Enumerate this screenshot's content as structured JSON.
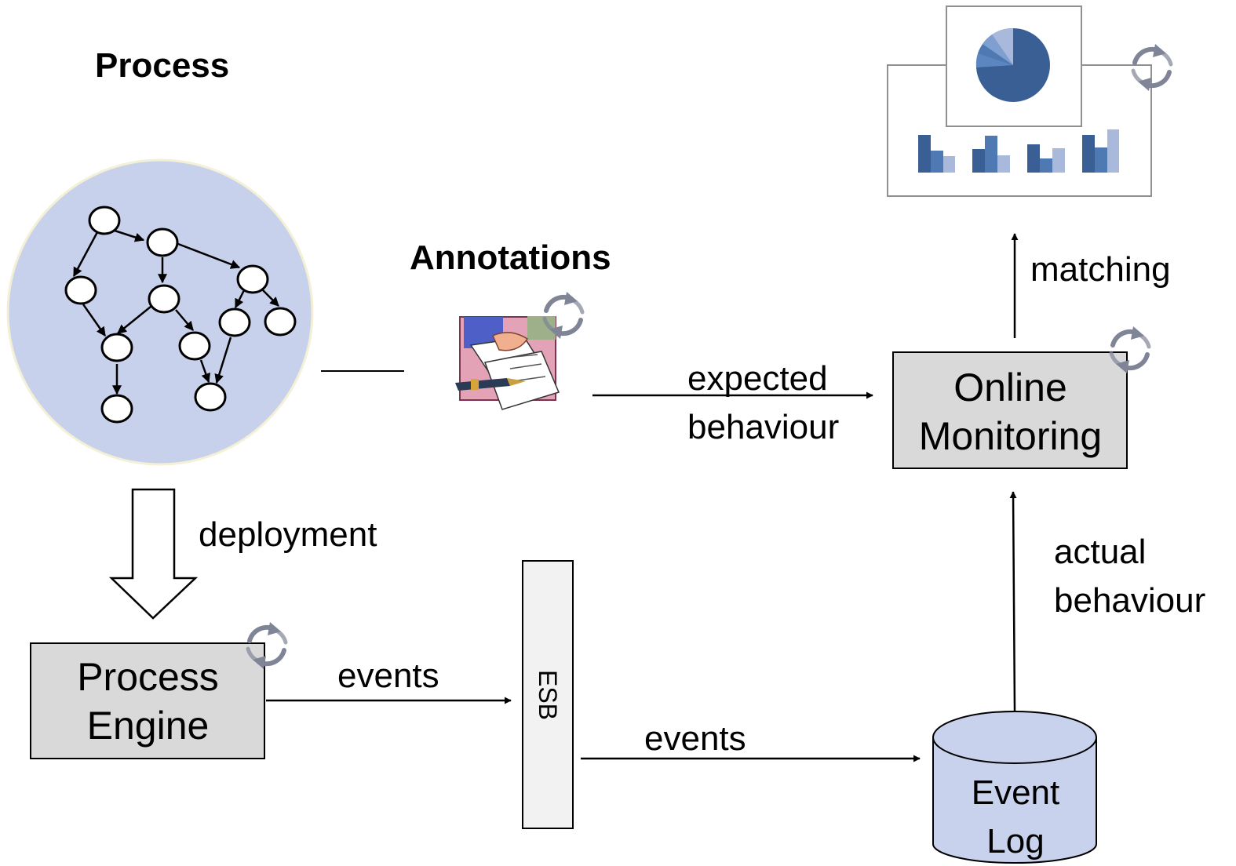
{
  "titles": {
    "process": "Process",
    "annotations": "Annotations"
  },
  "nodes": {
    "process_engine": "Process\nEngine",
    "online_monitoring": "Online\nMonitoring",
    "esb": "ESB",
    "event_log": "Event\nLog"
  },
  "edges": {
    "deployment": "deployment",
    "expected_behaviour": "expected\nbehaviour",
    "actual_behaviour": "actual\nbehaviour",
    "matching": "matching",
    "events_engine_to_esb": "events",
    "events_esb_to_log": "events"
  },
  "icons": {
    "cycle": "refresh-cycle-icon",
    "process_graph": "process-graph-icon",
    "contract": "handshake-contract-icon",
    "dashboard": "dashboard-charts-icon"
  },
  "colors": {
    "process_circle": "#c8d1ec",
    "box_fill": "#d9d9d9",
    "esb_fill": "#f2f2f2",
    "event_log_fill": "#c9d2ec",
    "cycle_icon": "#7f8596",
    "chart_dark": "#3a5f94",
    "chart_mid": "#4e79b3",
    "chart_light": "#a8b9dc"
  }
}
